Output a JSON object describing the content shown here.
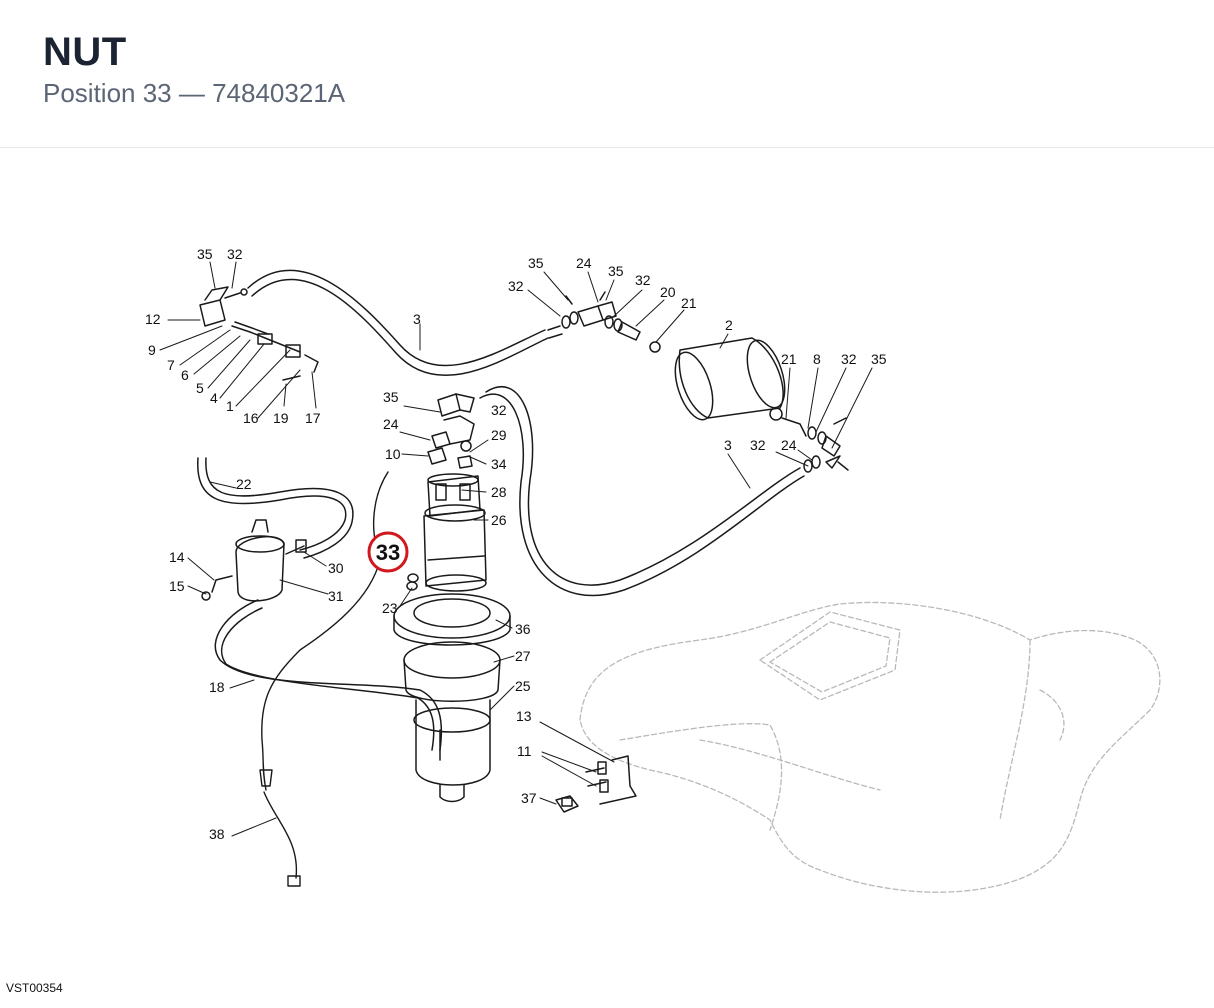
{
  "header": {
    "title": "NUT",
    "subtitle": "Position 33 — 74840321A"
  },
  "diagram": {
    "highlight": {
      "label": "33",
      "color": "#d0191f"
    },
    "callouts": [
      "35",
      "32",
      "12",
      "9",
      "7",
      "6",
      "5",
      "4",
      "1",
      "16",
      "19",
      "17",
      "3",
      "35",
      "24",
      "35",
      "32",
      "32",
      "20",
      "21",
      "2",
      "21",
      "8",
      "32",
      "35",
      "35",
      "24",
      "32",
      "10",
      "29",
      "34",
      "28",
      "26",
      "3",
      "32",
      "24",
      "22",
      "14",
      "15",
      "30",
      "31",
      "23",
      "36",
      "27",
      "18",
      "25",
      "13",
      "11",
      "37",
      "38"
    ]
  },
  "footer": {
    "ref": "VST00354"
  }
}
